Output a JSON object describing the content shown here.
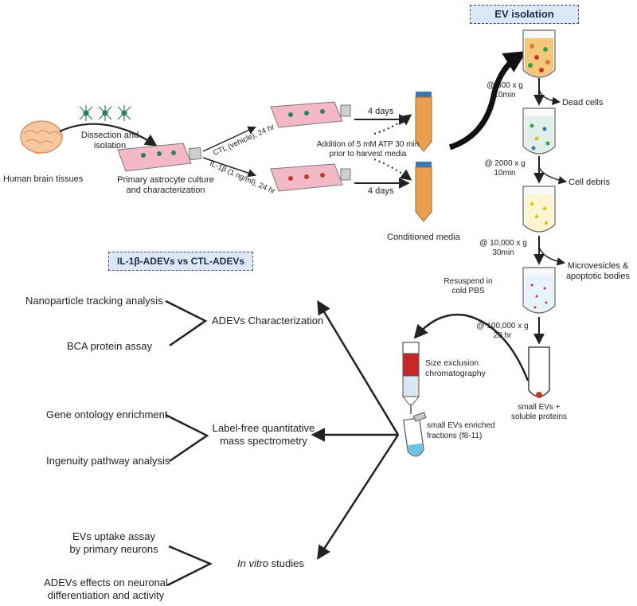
{
  "titles": {
    "ev_isolation": "EV isolation",
    "comparison": "IL-1β-ADEVs vs CTL-ADEVs"
  },
  "workflow": {
    "brain": "Human brain tissues",
    "dissection_1": "Dissection and",
    "dissection_2": "isolation",
    "culture_1": "Primary astrocyte culture",
    "culture_2": "and characterization",
    "ctl_treatment": "CTL (vehicle), 24 hr",
    "il_treatment": "IL-1β (1 ng/ml), 24 hr",
    "days_top": "4 days",
    "days_bottom": "4 days",
    "atp_1": "Addition of 5 mM  ATP 30 min",
    "atp_2": "prior to harvest media",
    "conditioned": "Conditioned media"
  },
  "centrifugation": {
    "step1_speed": "@ 300 x g",
    "step1_time": "10min",
    "step1_out": "Dead cells",
    "step2_speed": "@ 2000 x g",
    "step2_time": "10min",
    "step2_out": "Cell debris",
    "step3_speed": "@ 10,000 x g",
    "step3_time": "30min",
    "step3_out_1": "Microvesicles &",
    "step3_out_2": "apoptotic bodies",
    "step4_speed": "@ 100,000 x g",
    "step4_time": "20 hr",
    "pellet_1": "small EVs +",
    "pellet_2": "soluble proteins",
    "resuspend_1": "Resuspend in",
    "resuspend_2": "cold PBS",
    "sec_1": "Size exclusion",
    "sec_2": "chromatography",
    "fractions_1": "small EVs enriched",
    "fractions_2": "fractions (f8-11)"
  },
  "analyses": {
    "nta": "Nanoparticle tracking analysis",
    "bca": "BCA protein assay",
    "characterization": "ADEVs Characterization",
    "go": "Gene ontology enrichment",
    "ipa": "Ingenuity pathway analysis",
    "ms_1": "Label-free quantitative",
    "ms_2": "mass spectrometry",
    "uptake_1": "EVs uptake assay",
    "uptake_2": "by primary neurons",
    "effects_1": "ADEVs effects on neuronal",
    "effects_2": "differentiation and activity",
    "invitro_italic": "In vitro",
    "invitro_rest": " studies"
  },
  "colors": {
    "box_fill": "#dce8f5",
    "box_border": "#3a4f7a",
    "medium": "#e8a050",
    "flask_pink": "#f2b8c6",
    "arrow": "#222222"
  }
}
